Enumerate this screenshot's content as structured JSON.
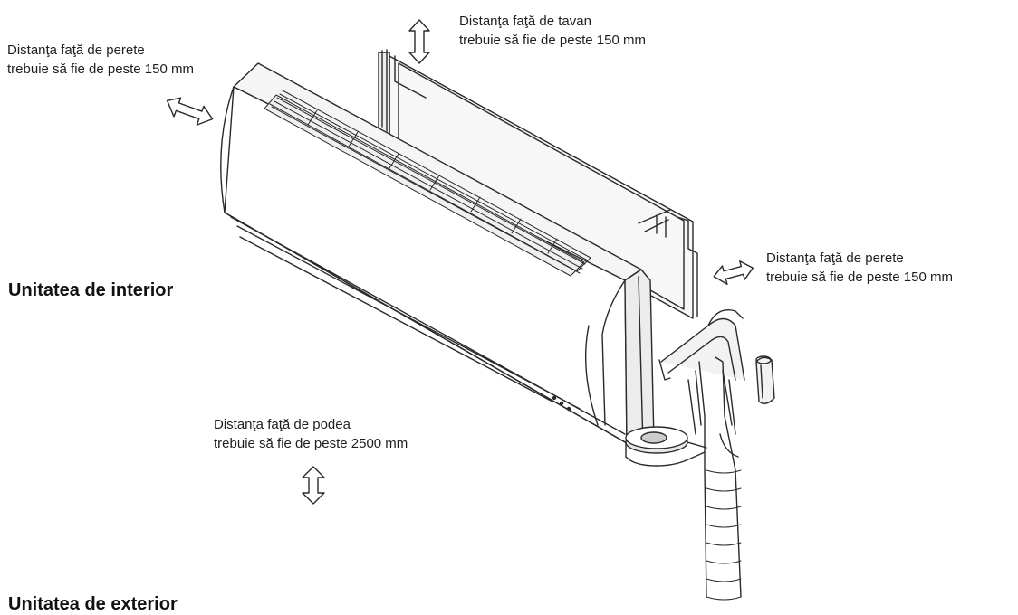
{
  "labels": {
    "wall_left": {
      "line1": "Distanţa faţă de perete",
      "line2": "trebuie să fie de peste 150 mm"
    },
    "ceiling": {
      "line1": "Distanţa faţă de tavan",
      "line2": "trebuie să fie de peste 150 mm"
    },
    "wall_right": {
      "line1": "Distanţa faţă de perete",
      "line2": "trebuie să fie de peste 150 mm"
    },
    "floor": {
      "line1": "Distanţa faţă de podea",
      "line2": "trebuie să fie de peste 2500 mm"
    }
  },
  "headings": {
    "indoor": "Unitatea de interior",
    "outdoor": "Unitatea de exterior"
  },
  "colors": {
    "line": "#2a2a2a",
    "fill_light": "#f4f4f4",
    "fill_mid": "#e2e2e2"
  }
}
